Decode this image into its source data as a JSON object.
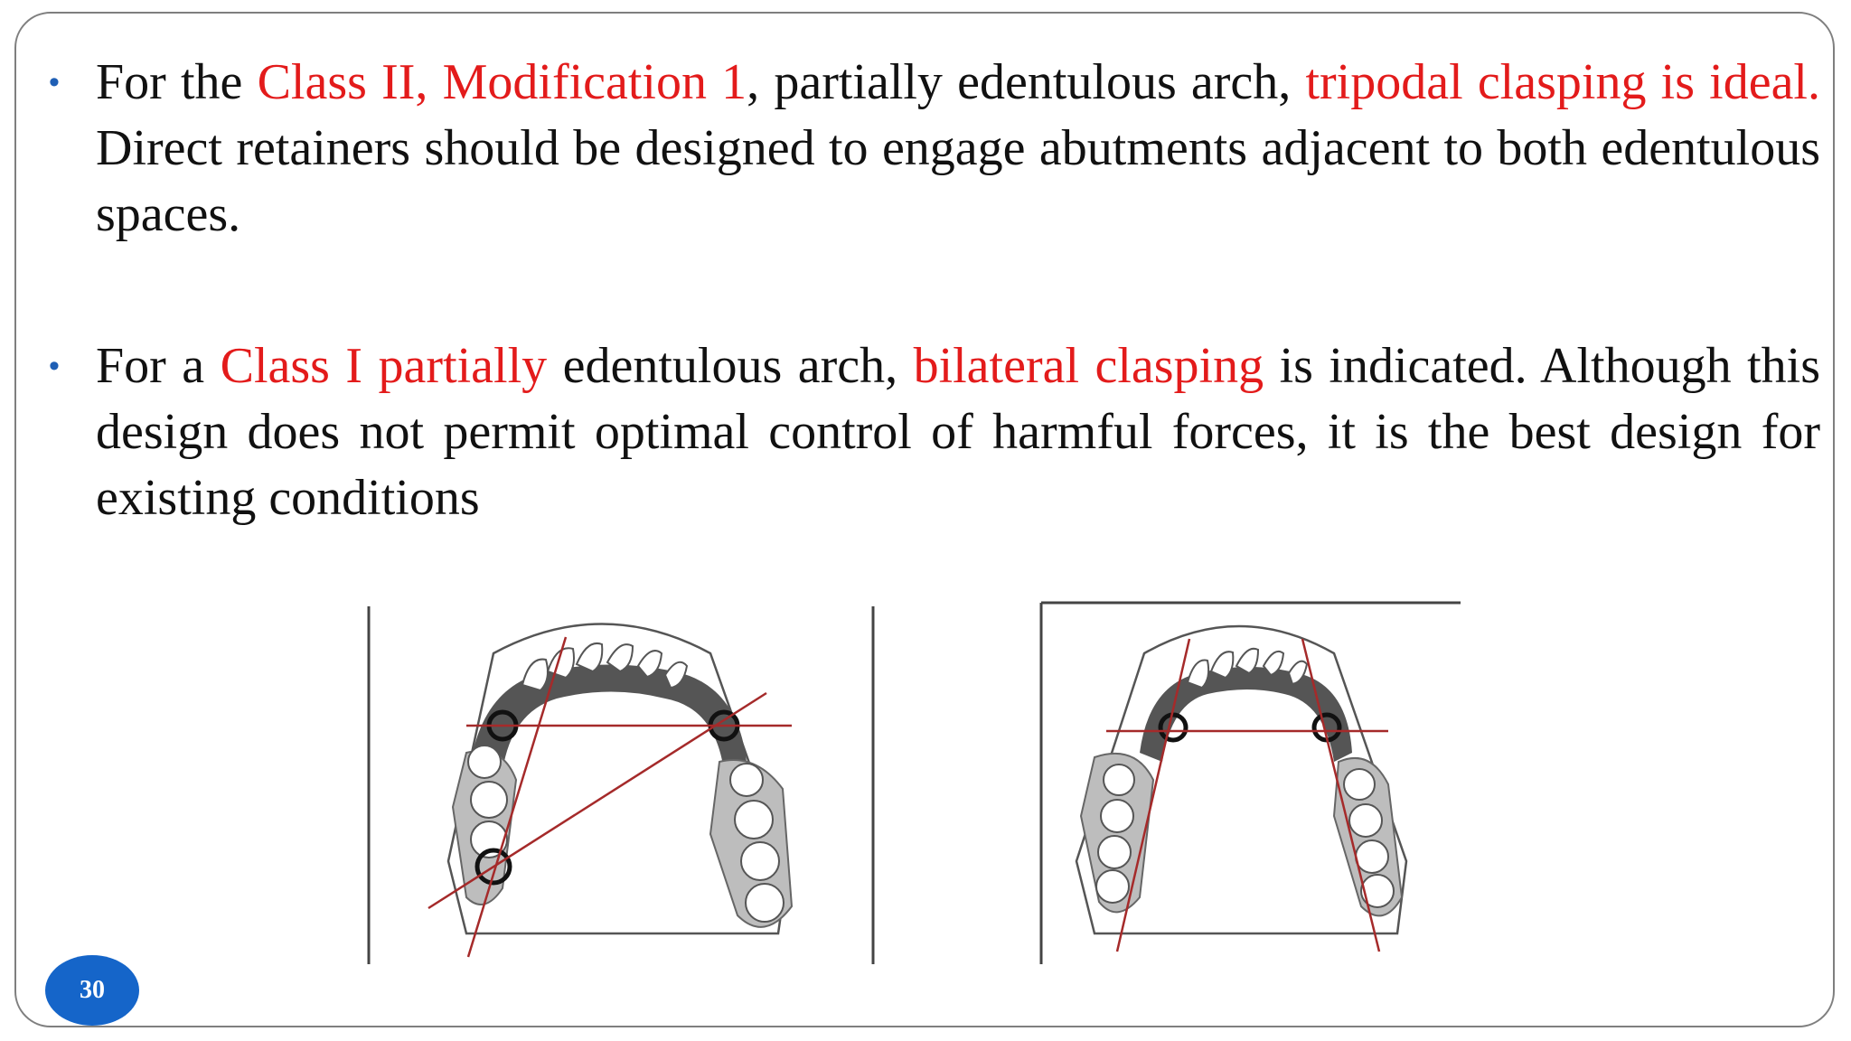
{
  "bullets": [
    {
      "segments": [
        {
          "text": "For the ",
          "accent": false
        },
        {
          "text": "Class II, Modification 1",
          "accent": true
        },
        {
          "text": ", partially edentulous arch, ",
          "accent": false
        },
        {
          "text": "tripodal clasping is ideal.",
          "accent": true
        },
        {
          "text": " Direct retainers should be designed to engage abutments adjacent to both edentulous spaces.",
          "accent": false
        }
      ]
    },
    {
      "segments": [
        {
          "text": "For a ",
          "accent": false
        },
        {
          "text": "Class I partially",
          "accent": true
        },
        {
          "text": " edentulous arch, ",
          "accent": false
        },
        {
          "text": "bilateral clasping",
          "accent": true
        },
        {
          "text": " is indicated. Although this design does not permit optimal control of harmful forces, it is the best design for existing conditions",
          "accent": false
        }
      ]
    }
  ],
  "page_number": "30",
  "colors": {
    "text": "#111111",
    "accent": "#e31b1b",
    "bullet": "#1f5fb5",
    "badge": "#1565c9",
    "border": "#7f7f7f",
    "line": "#a52a2a"
  }
}
